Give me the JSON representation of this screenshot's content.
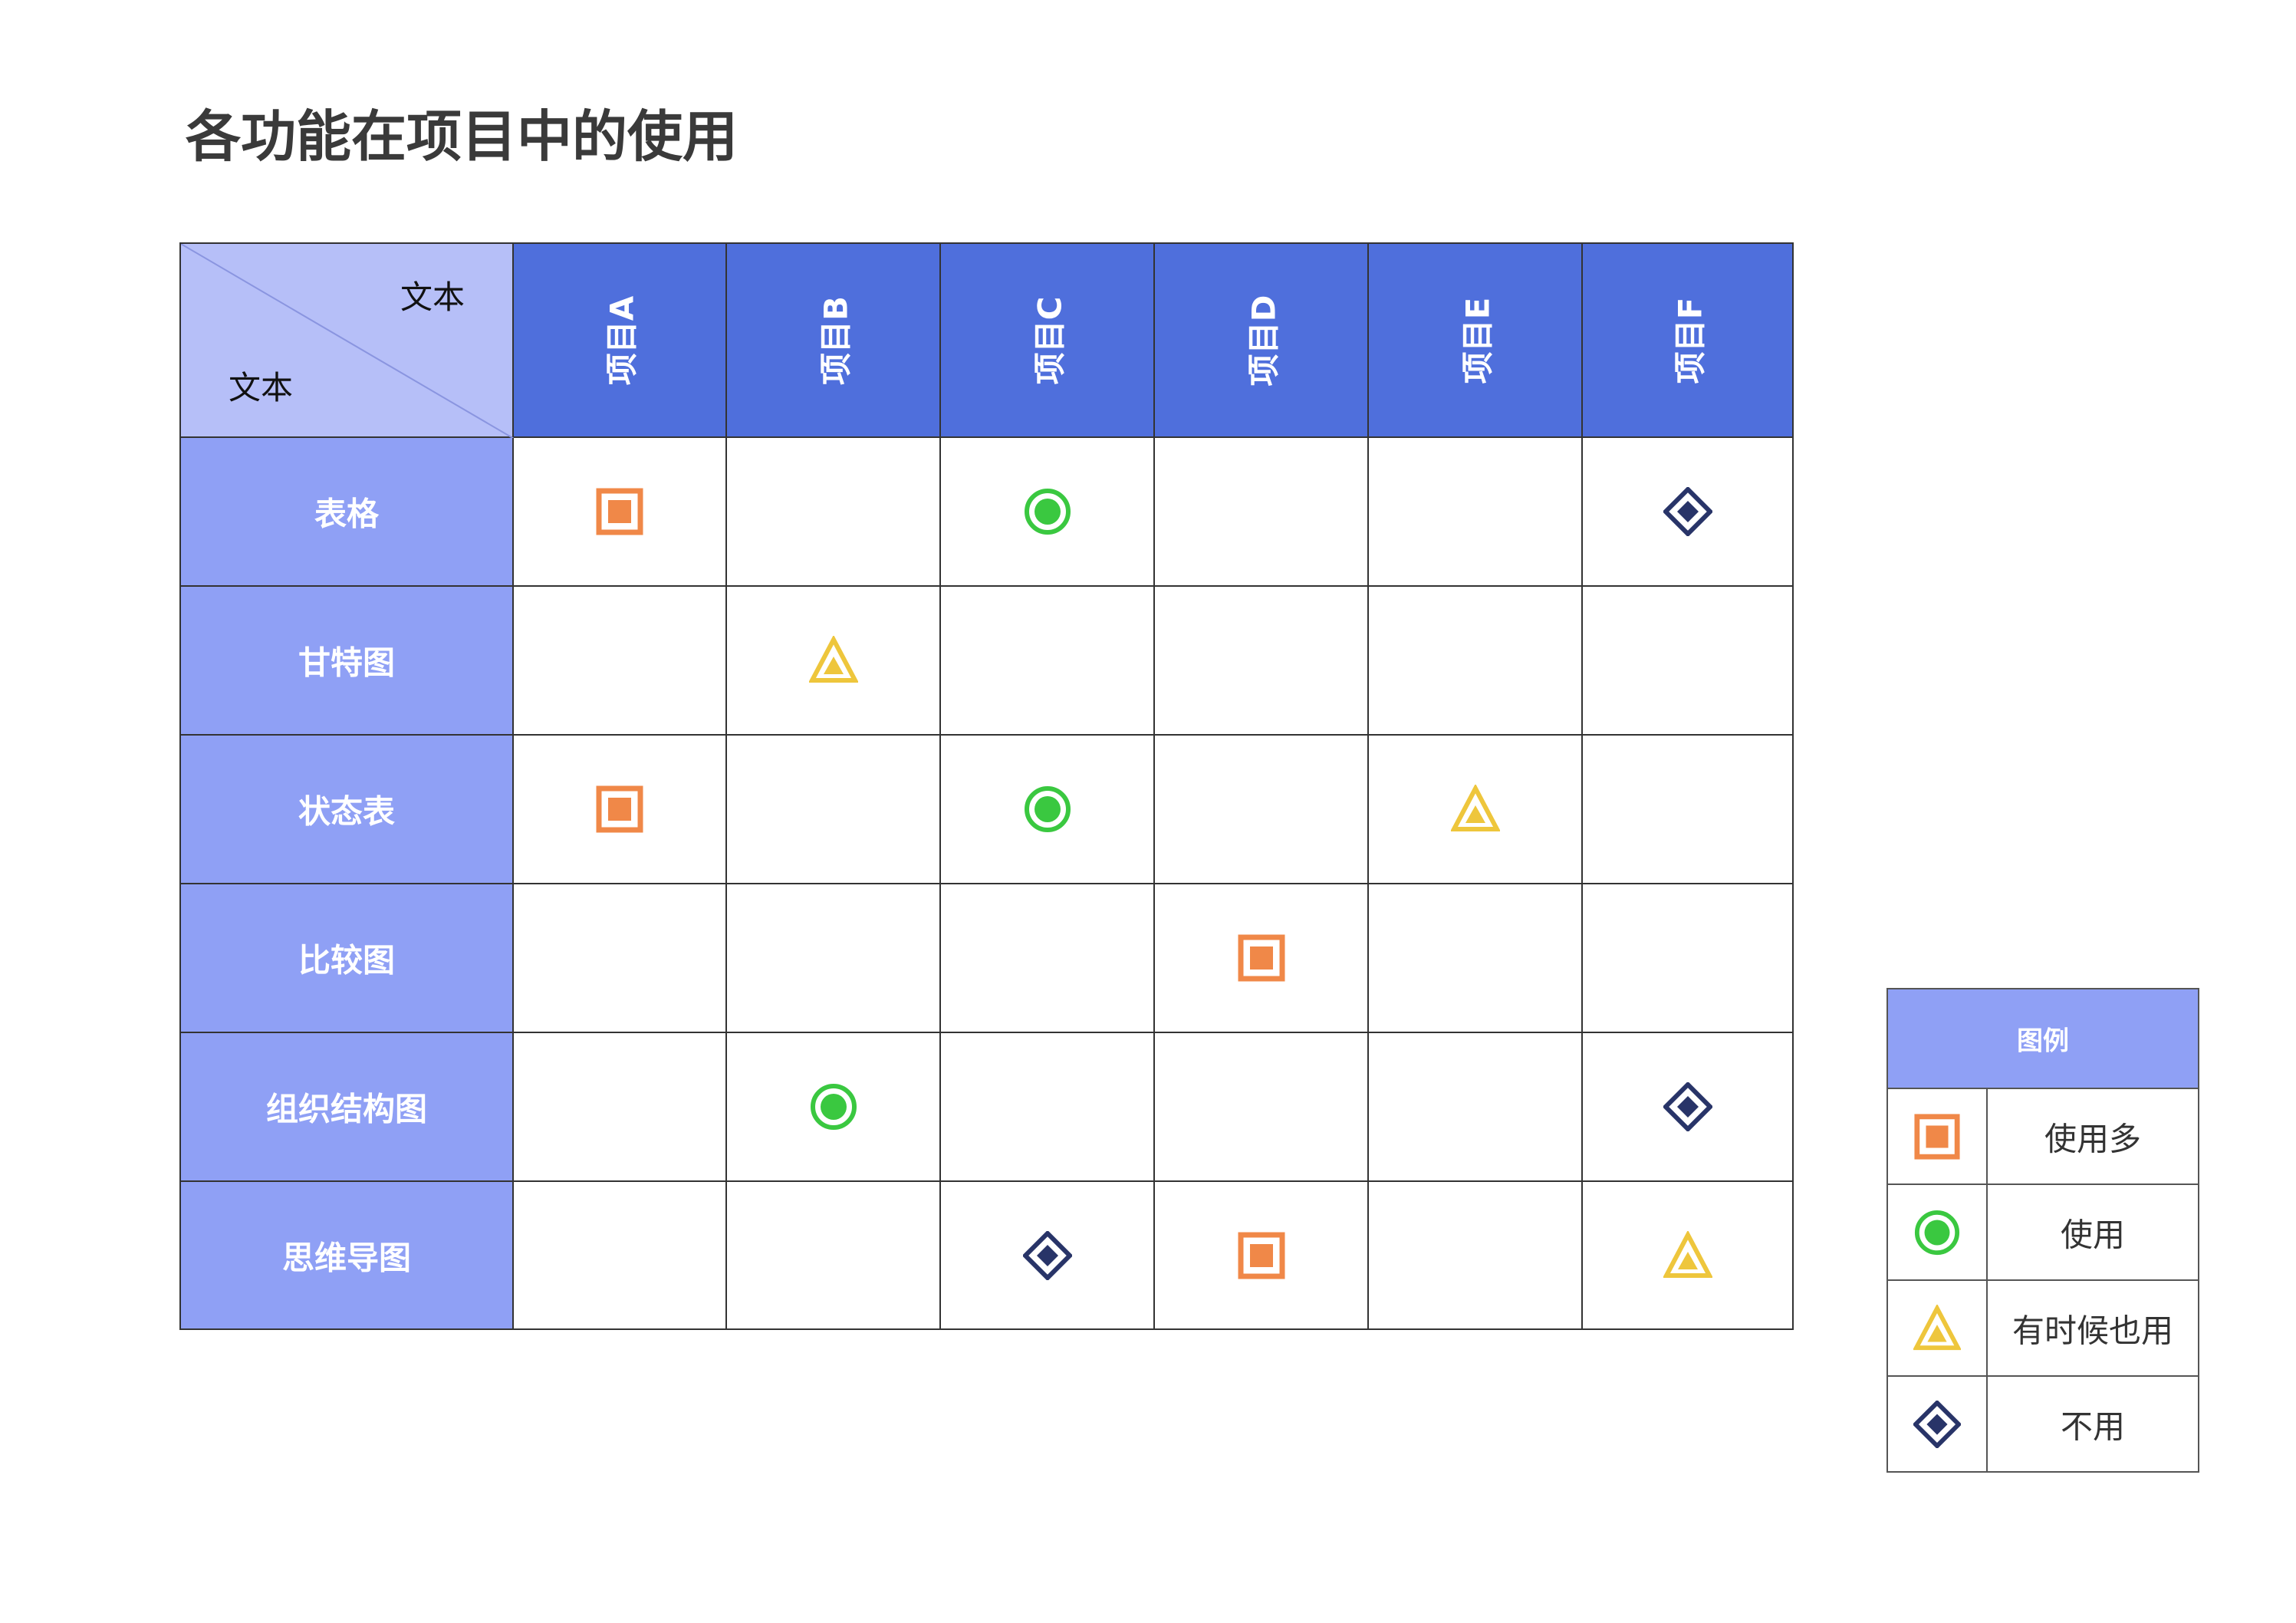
{
  "title": "各功能在项目中的使用",
  "corner": {
    "top_right": "文本",
    "bottom_left": "文本"
  },
  "columns": [
    "项目A",
    "项目B",
    "项目C",
    "项目D",
    "项目E",
    "项目F"
  ],
  "rows": [
    {
      "label": "表格",
      "cells": [
        "square",
        "",
        "circle",
        "",
        "",
        "diamond"
      ]
    },
    {
      "label": "甘特图",
      "cells": [
        "",
        "triangle",
        "",
        "",
        "",
        ""
      ]
    },
    {
      "label": "状态表",
      "cells": [
        "square",
        "",
        "circle",
        "",
        "triangle",
        ""
      ]
    },
    {
      "label": "比较图",
      "cells": [
        "",
        "",
        "",
        "square",
        "",
        ""
      ]
    },
    {
      "label": "组织结构图",
      "cells": [
        "",
        "circle",
        "",
        "",
        "",
        "diamond"
      ]
    },
    {
      "label": "思维导图",
      "cells": [
        "",
        "",
        "diamond",
        "square",
        "",
        "triangle"
      ]
    }
  ],
  "legend": {
    "title": "图例",
    "items": [
      {
        "symbol": "square",
        "label": "使用多"
      },
      {
        "symbol": "circle",
        "label": "使用"
      },
      {
        "symbol": "triangle",
        "label": "有时候也用"
      },
      {
        "symbol": "diamond",
        "label": "不用"
      }
    ]
  },
  "colors": {
    "square": "#f08848",
    "circle": "#3ac840",
    "triangle": "#eec63c",
    "diamond": "#283468",
    "header_blue": "#4f6fdc",
    "row_head": "#8fa0f5",
    "corner": "#b6bff8"
  }
}
